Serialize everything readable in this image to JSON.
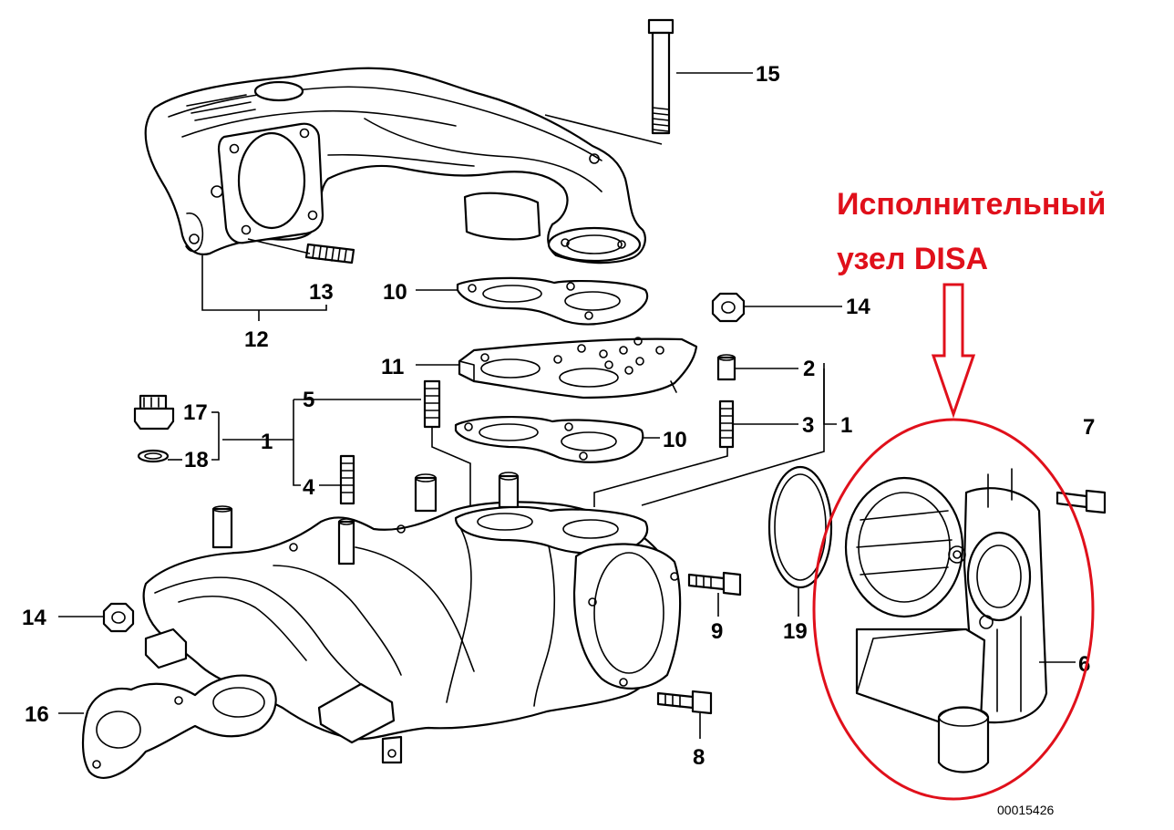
{
  "diagram": {
    "callouts": {
      "c1a": "1",
      "c1b": "1",
      "c2": "2",
      "c3": "3",
      "c4": "4",
      "c5": "5",
      "c6": "6",
      "c7": "7",
      "c8": "8",
      "c9": "9",
      "c10a": "10",
      "c10b": "10",
      "c11": "11",
      "c12": "12",
      "c13": "13",
      "c14a": "14",
      "c14b": "14",
      "c15": "15",
      "c16": "16",
      "c17": "17",
      "c18": "18",
      "c19": "19"
    },
    "catalog_number": "00015426"
  },
  "annotation": {
    "line1": "Исполнительный",
    "line2": "узел DISA",
    "color": "#e0101b"
  }
}
